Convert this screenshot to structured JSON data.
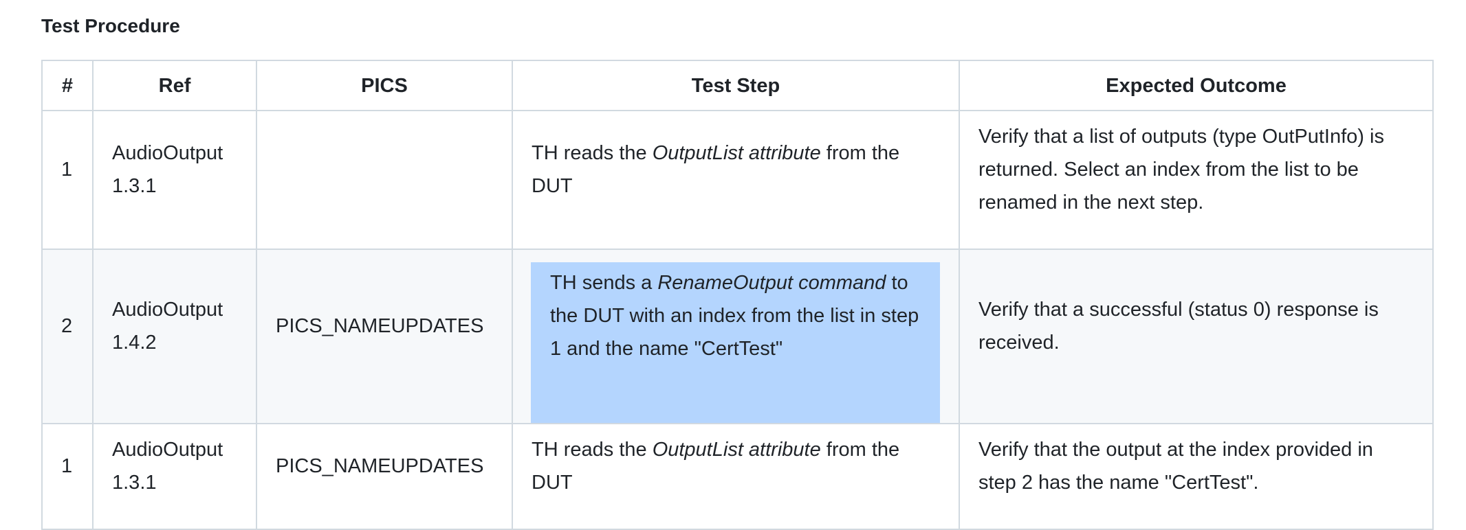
{
  "section": {
    "title": "Test Procedure"
  },
  "table": {
    "headers": [
      "#",
      "Ref",
      "PICS",
      "Test Step",
      "Expected Outcome"
    ],
    "rows": [
      {
        "num": "1",
        "ref_line1": "AudioOutput",
        "ref_line2": "1.3.1",
        "pics": "",
        "step": {
          "pre": "TH reads the ",
          "em": "OutputList attribute",
          "post": " from the DUT"
        },
        "outcome": "Verify that a list of outputs (type OutPutInfo) is returned. Select an index from the list to be renamed in the next step."
      },
      {
        "num": "2",
        "ref_line1": "AudioOutput",
        "ref_line2": "1.4.2",
        "pics": "PICS_NAMEUPDATES",
        "step": {
          "pre": "TH sends a ",
          "em": "RenameOutput command",
          "post": " to the DUT with an index from the list in step 1 and the name \"CertTest\""
        },
        "step_selected": true,
        "outcome": "Verify that a successful (status 0) response is received."
      },
      {
        "num": "1",
        "ref_line1": "AudioOutput",
        "ref_line2": "1.3.1",
        "pics": "PICS_NAMEUPDATES",
        "step": {
          "pre": "TH reads the ",
          "em": "OutputList attribute",
          "post": " from the DUT"
        },
        "outcome": "Verify that the output at the index provided in step 2 has the name \"CertTest\"."
      }
    ]
  },
  "colors": {
    "text": "#1f2328",
    "border": "#d1d9e0",
    "stripe": "#f6f8fa",
    "selection": "#b4d5fe"
  }
}
